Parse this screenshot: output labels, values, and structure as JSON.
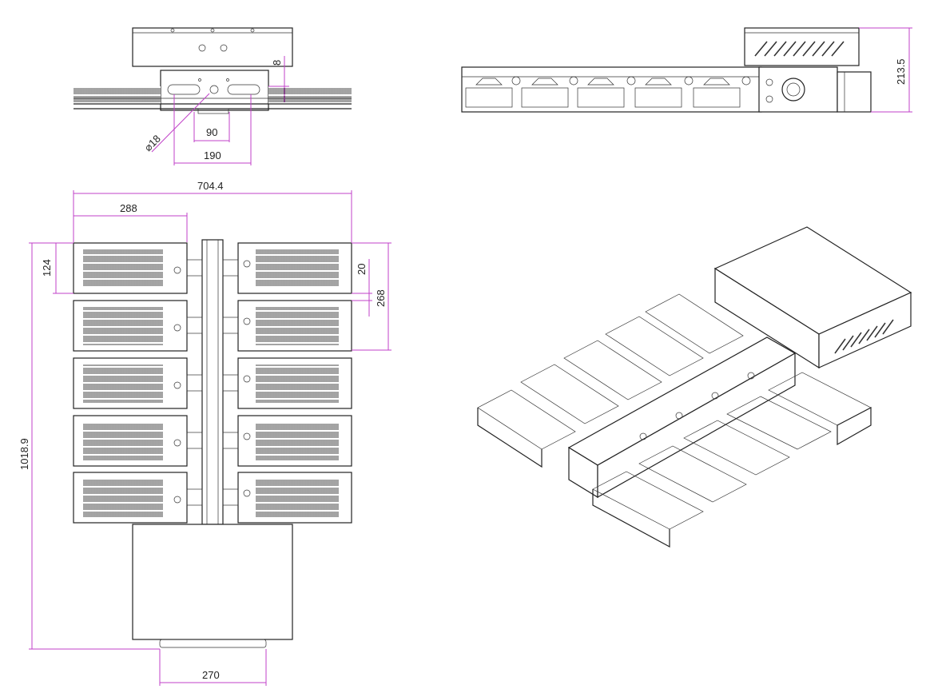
{
  "dimensions": {
    "hole_diameter": "⌀18",
    "top_small_height": "8",
    "inner_span": "90",
    "mount_span": "190",
    "overall_width": "704.4",
    "module_width": "288",
    "module_height": "124",
    "module_gap": "20",
    "module_pitch_pair": "268",
    "overall_length": "1018.9",
    "driver_box_width": "270",
    "side_height": "213.5"
  },
  "colors": {
    "dimension_line": "#c040c8",
    "outline": "#222222"
  }
}
